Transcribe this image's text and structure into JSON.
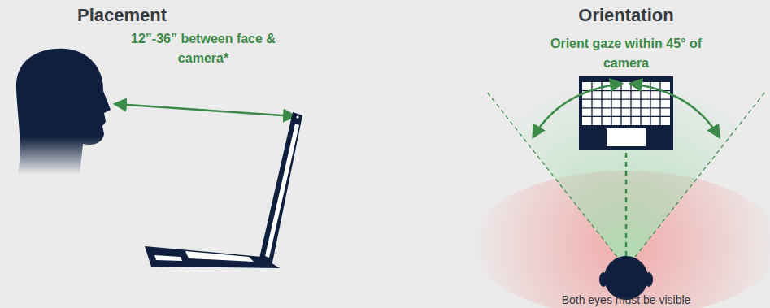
{
  "diagram": {
    "labels": [
      "Placement",
      "12”-36” between face & camera*",
      "Orientation",
      "Orient gaze within 45° of camera",
      "Both eyes must be visible"
    ]
  }
}
